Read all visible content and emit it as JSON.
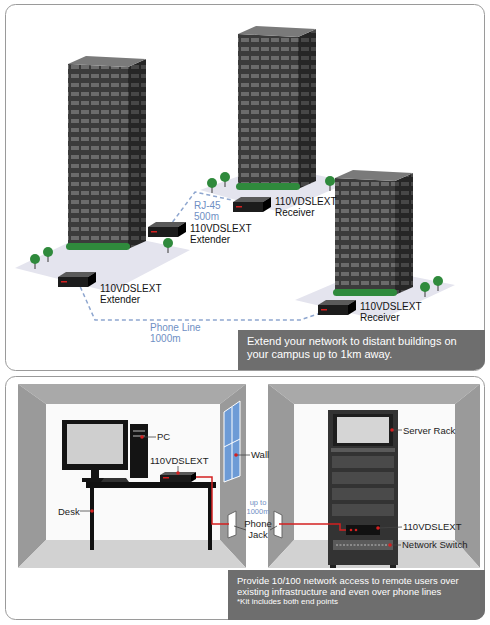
{
  "diagram": {
    "nodes": [
      {
        "text": [
          "110VDSLEXT Receiver"
        ]
      },
      {
        "text": [
          "110VDSLEXT Extender"
        ]
      },
      {
        "text": [
          "110VDSLEXT Extender"
        ]
      },
      {
        "text": [
          "110VDSLEXT Receiver"
        ]
      },
      {
        "text": [
          "Extend your network to distant buildings on your campus up to 1km away."
        ]
      },
      {
        "text": [
          "Provide 10/100 network access to remote users over existing infrastructure and even over phone lines",
          "*Kit includes both end points"
        ]
      }
    ],
    "edges": [
      {
        "from": 1,
        "to": 0,
        "arrow": "none",
        "label": "RJ-45 500m"
      },
      {
        "from": 2,
        "to": 3,
        "arrow": "none",
        "label": "Phone Line 1000m"
      }
    ],
    "labels": [
      "PC",
      "110VDSLEXT",
      "Wall",
      "Desk",
      "up to 1000m",
      "Phone Jack",
      "Server Rack",
      "110VDSLEXT",
      "Network Switch"
    ]
  }
}
